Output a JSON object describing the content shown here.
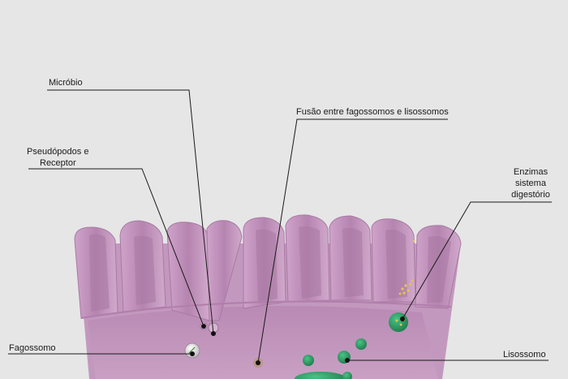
{
  "labels": {
    "microbio": "Micróbio",
    "fusao": "Fusão entre fagossomos e lisossomos",
    "pseudopodos_line1": "Pseudópodos e",
    "pseudopodos_line2": "Receptor",
    "enzimas_line1": "Enzimas",
    "enzimas_line2": "sistema",
    "enzimas_line3": "digestório",
    "fagossomo": "Fagossomo",
    "lisossomo": "Lisossomo"
  },
  "colors": {
    "background": "#e6e6e6",
    "cell_membrane": "#c79ac2",
    "cell_shadow": "#a97aa4",
    "lysosome": "#2f9a63",
    "enzyme": "#e8c64a",
    "leader_line": "#1a1a1a"
  }
}
